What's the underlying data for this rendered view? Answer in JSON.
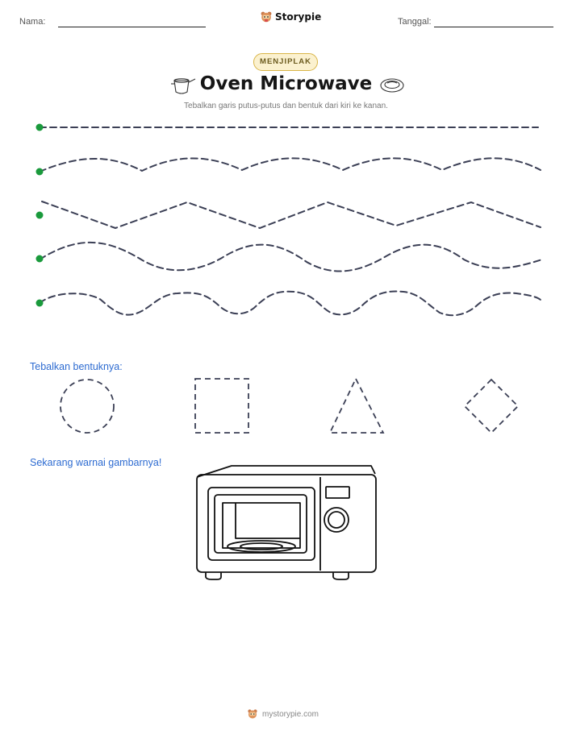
{
  "header": {
    "name_label": "Nama:",
    "date_label": "Tanggal:",
    "brand_name": "Storypie"
  },
  "title_block": {
    "badge": "MENJIPLAK",
    "title": "Oven Microwave",
    "instruction": "Tebalkan garis putus-putus dan bentuk dari kiri ke kanan."
  },
  "tracing_lines": {
    "count": 5,
    "styles": [
      "straight",
      "wave",
      "zigzag",
      "wave",
      "bumpy-wave"
    ],
    "start_dot_color": "#1a9a3c",
    "dash_color": "#3b3f55"
  },
  "shapes_section": {
    "label": "Tebalkan bentuknya:",
    "shapes": [
      "circle",
      "square",
      "triangle",
      "diamond"
    ]
  },
  "coloring_section": {
    "label": "Sekarang warnai gambarnya!",
    "picture": "microwave-oven"
  },
  "footer": {
    "site": "mystorypie.com"
  },
  "colors": {
    "accent_blue": "#2d6bd1",
    "badge_border": "#d9b548",
    "badge_fill": "#fbf1cf"
  }
}
